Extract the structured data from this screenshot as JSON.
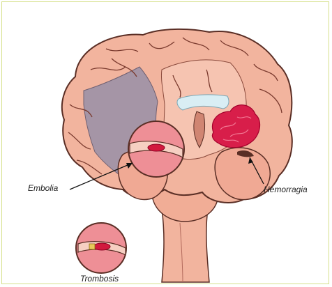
{
  "labels": {
    "embolia": "Embolia",
    "hemorragia": "Hemorragia",
    "trombosis": "Trombosis"
  },
  "colors": {
    "frame_border": "#d6e08a",
    "brain_skin": "#f2b49e",
    "brain_shadow": "#e3998a",
    "ischemic_area": "#a595a6",
    "hemorrhage": "#d81e4a",
    "vessel_fill": "#f6cfc2",
    "clot": "#d2193e",
    "inset_bg": "#ee8f96",
    "ventricle": "#d9eef4"
  },
  "icons": [
    "brain-illustration",
    "inset-circle",
    "blood-clot",
    "pointer-arrow"
  ]
}
